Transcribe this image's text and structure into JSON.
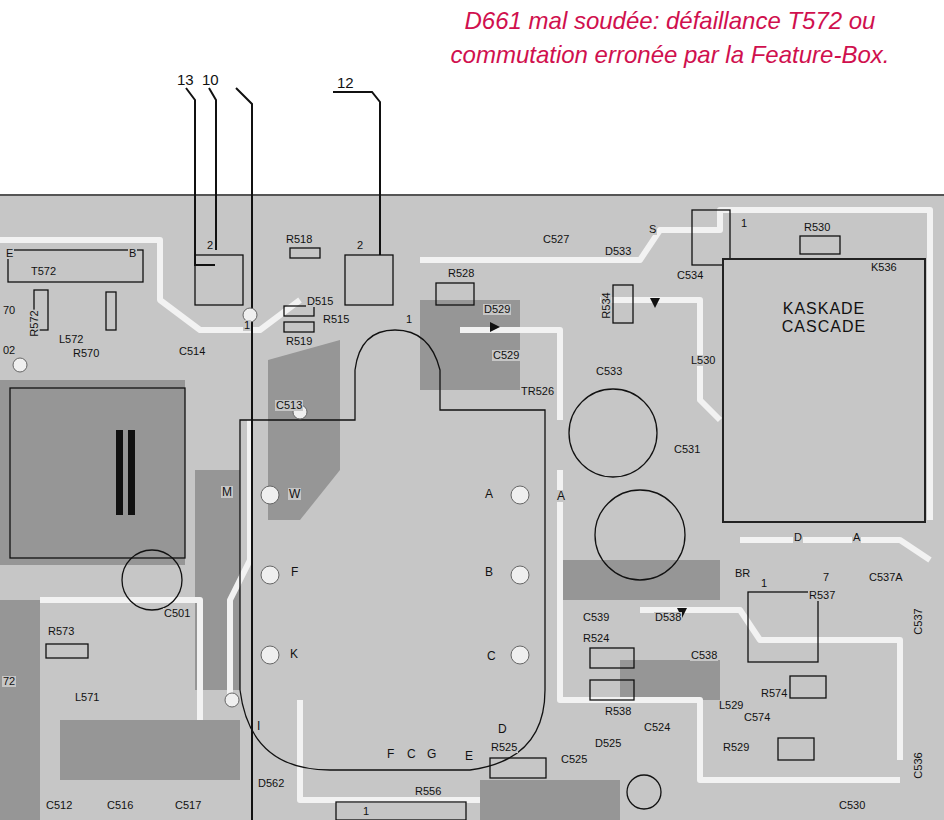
{
  "diagram": {
    "nodes": [
      {
        "text": [
          "KASKADE",
          "CASCADE"
        ]
      }
    ],
    "labels": [
      "D661 mal soudée: défaillance T572 ou commutation erronée par la Feature-Box.",
      "13",
      "10",
      "12",
      "E",
      "B",
      "T572",
      "R572",
      "70",
      "02",
      "L572",
      "R570",
      "2",
      "1",
      "R518",
      "D515",
      "R515",
      "R519",
      "C514",
      "C513",
      "2",
      "R528",
      "1",
      "C527",
      "D533",
      "C534",
      "R534",
      "D529",
      "C529",
      "TR526",
      "C533",
      "L530",
      "S",
      "1",
      "R530",
      "K536",
      "C531",
      "M",
      "W",
      "F",
      "K",
      "I",
      "A",
      "A",
      "B",
      "C",
      "D",
      "E",
      "F",
      "C",
      "G",
      "C501",
      "R573",
      "L571",
      "72",
      "C512",
      "C516",
      "C517",
      "D562",
      "R556",
      "1",
      "C539",
      "D538",
      "R524",
      "C538",
      "R538",
      "L529",
      "R574",
      "C574",
      "R529",
      "C524",
      "R525",
      "C525",
      "D525",
      "C530",
      "C536",
      "C537",
      "C537A",
      "D",
      "A",
      "BR",
      "1",
      "R537",
      "7"
    ]
  }
}
